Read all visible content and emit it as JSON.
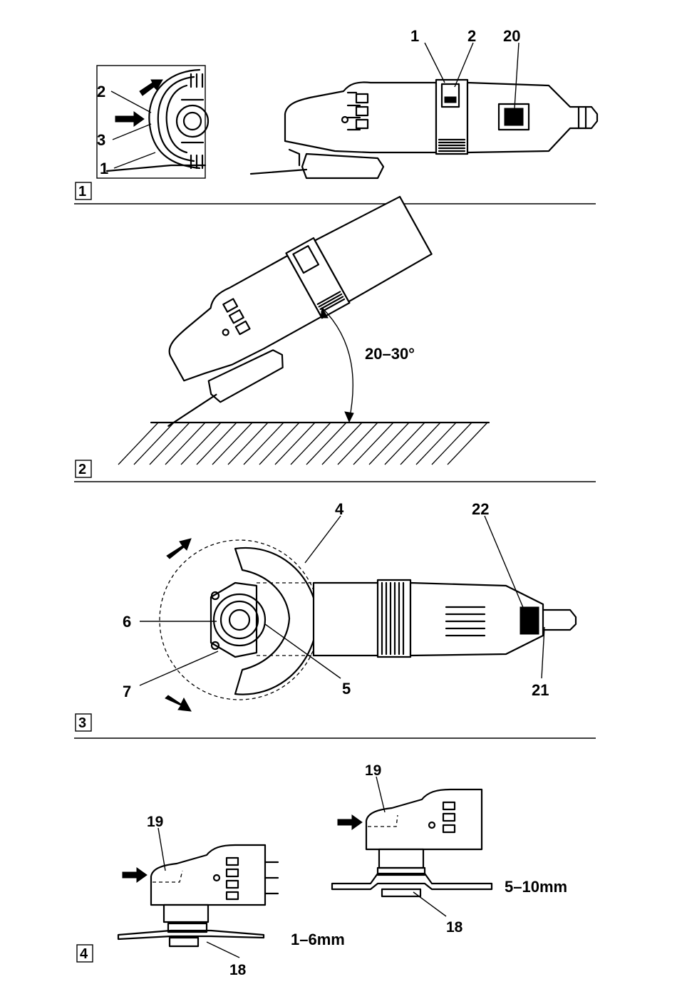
{
  "figures": [
    {
      "number": "1",
      "callouts": [
        "2",
        "3",
        "1",
        "1",
        "2",
        "20"
      ]
    },
    {
      "number": "2",
      "angle_label": "20–30°"
    },
    {
      "number": "3",
      "callouts": [
        "4",
        "22",
        "6",
        "5",
        "7",
        "21"
      ]
    },
    {
      "number": "4",
      "callouts_left": [
        "19",
        "18"
      ],
      "gap_left": "1–6mm",
      "callouts_right": [
        "19",
        "18"
      ],
      "gap_right": "5–10mm"
    }
  ]
}
